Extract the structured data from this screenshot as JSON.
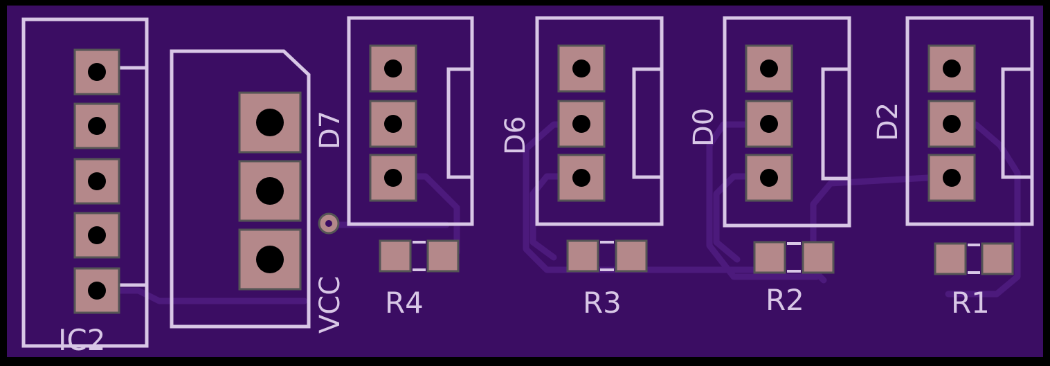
{
  "colors": {
    "board": "#3b0d63",
    "trace": "#4a1878",
    "silk": "#d8c7e6",
    "pad": "#b4888a",
    "pad_edge": "#555555",
    "drill": "#000000",
    "edge": "#000000"
  },
  "labels": {
    "ic2": "IC2",
    "vcc": "VCC",
    "d7": "D7",
    "d6": "D6",
    "d0": "D0",
    "d2": "D2",
    "r4": "R4",
    "r3": "R3",
    "r2": "R2",
    "r1": "R1"
  }
}
